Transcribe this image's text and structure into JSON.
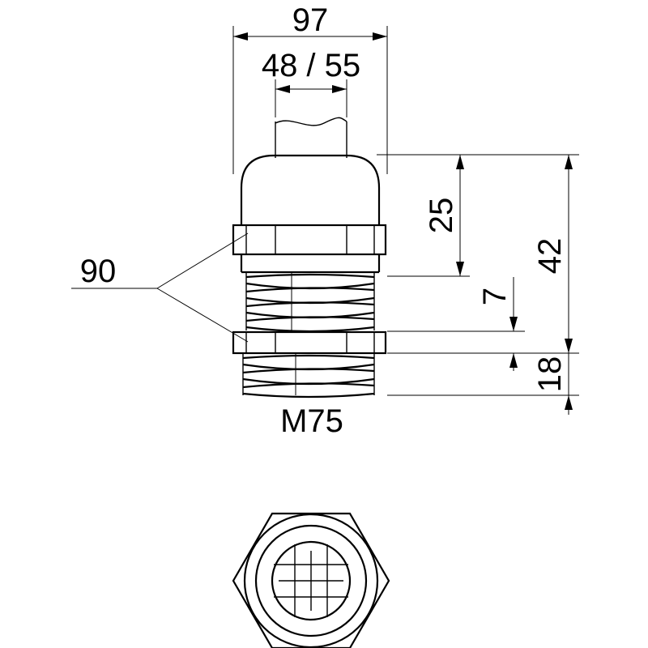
{
  "labels": {
    "width_overall": "97",
    "cable_range": "48 / 55",
    "cap_height": "25",
    "total_height": "42",
    "locknut_height": "7",
    "thread_length": "18",
    "wrench_size": "90",
    "thread": "M75"
  }
}
